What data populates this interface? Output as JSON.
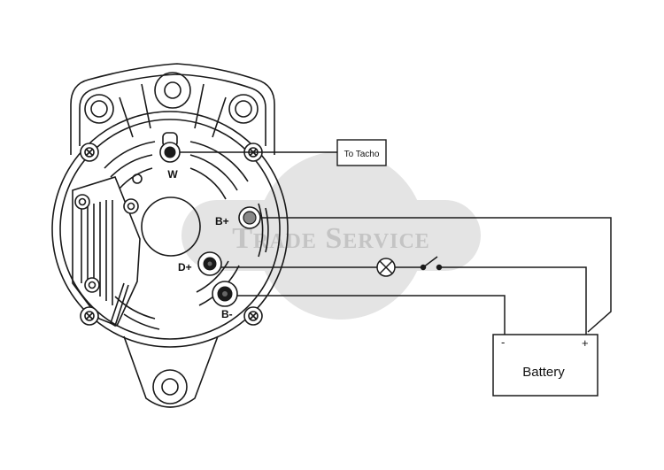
{
  "colors": {
    "line": "#1a1a1a",
    "watermark_disc": "#e4e4e4",
    "watermark_text": "#c4c4c4",
    "background": "#ffffff"
  },
  "watermark": {
    "text": "Trade Service"
  },
  "terminals": {
    "w": "W",
    "b_plus": "B+",
    "d_plus": "D+",
    "b_minus": "B-"
  },
  "tacho": {
    "label": "To Tacho"
  },
  "battery": {
    "label": "Battery",
    "minus": "-",
    "plus": "+"
  },
  "icons": [
    "warning-lamp-icon",
    "switch-icon",
    "bolt-icon"
  ]
}
